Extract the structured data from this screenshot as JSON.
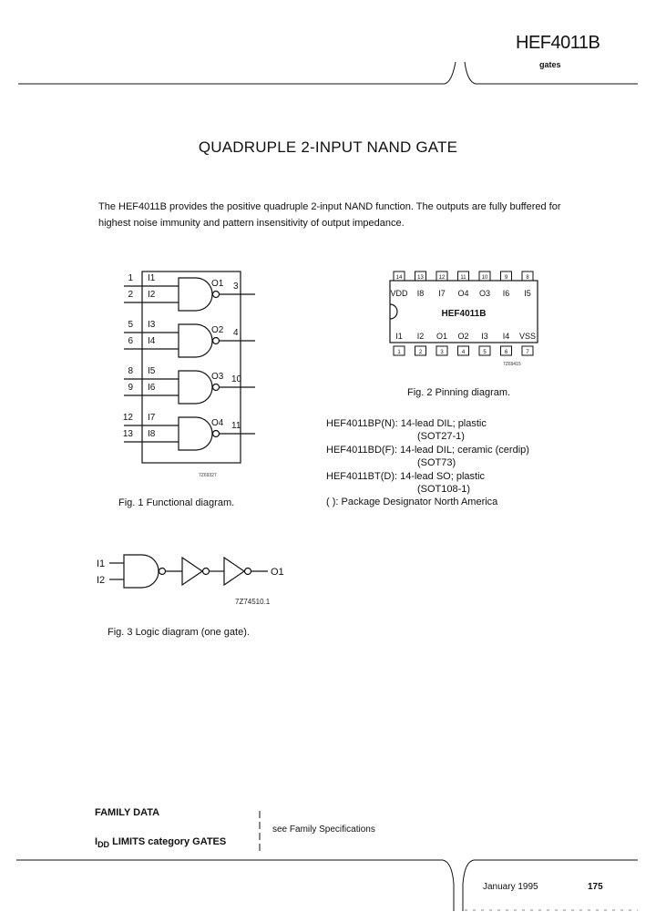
{
  "header": {
    "part_number": "HEF4011B",
    "family": "gates"
  },
  "title": "QUADRUPLE 2-INPUT NAND GATE",
  "intro": "The HEF4011B provides the positive quadruple 2-input NAND function. The outputs are fully buffered for highest noise immunity and pattern insensitivity of output impedance.",
  "fig1": {
    "caption": "Fig. 1  Functional diagram.",
    "code": "7Z69327",
    "gates": [
      {
        "in_pins": [
          "1",
          "2"
        ],
        "in_labels": [
          "I1",
          "I2"
        ],
        "out_pin": "3",
        "out_label": "O1"
      },
      {
        "in_pins": [
          "5",
          "6"
        ],
        "in_labels": [
          "I3",
          "I4"
        ],
        "out_pin": "4",
        "out_label": "O2"
      },
      {
        "in_pins": [
          "8",
          "9"
        ],
        "in_labels": [
          "I5",
          "I6"
        ],
        "out_pin": "10",
        "out_label": "O3"
      },
      {
        "in_pins": [
          "12",
          "13"
        ],
        "in_labels": [
          "I7",
          "I8"
        ],
        "out_pin": "11",
        "out_label": "O4"
      }
    ]
  },
  "fig2": {
    "caption": "Fig. 2  Pinning diagram.",
    "chip_label": "HEF4011B",
    "code": "7Z69415",
    "top_pins": [
      "14",
      "13",
      "12",
      "11",
      "10",
      "9",
      "8"
    ],
    "top_labels": [
      "VDD",
      "I8",
      "I7",
      "O4",
      "O3",
      "I6",
      "I5"
    ],
    "bottom_pins": [
      "1",
      "2",
      "3",
      "4",
      "5",
      "6",
      "7"
    ],
    "bottom_labels": [
      "I1",
      "I2",
      "O1",
      "O2",
      "I3",
      "I4",
      "VSS"
    ]
  },
  "packages": {
    "line1": "HEF4011BP(N): 14-lead DIL; plastic",
    "line2": "(SOT27-1)",
    "line3": "HEF4011BD(F): 14-lead DIL; ceramic (cerdip)",
    "line4": "(SOT73)",
    "line5": "HEF4011BT(D): 14-lead SO; plastic",
    "line6": "(SOT108-1)",
    "line7": "( ): Package Designator North America"
  },
  "fig3": {
    "caption": "Fig. 3  Logic diagram (one gate).",
    "code": "7Z74510.1",
    "input1": "I1",
    "input2": "I2",
    "output": "O1"
  },
  "footer_block": {
    "family_data": "FAMILY DATA",
    "idd_prefix": "I",
    "idd_sub": "DD",
    "idd_rest": " LIMITS category GATES",
    "see_spec": "see Family Specifications"
  },
  "footer": {
    "date": "January 1995",
    "page": "175"
  }
}
